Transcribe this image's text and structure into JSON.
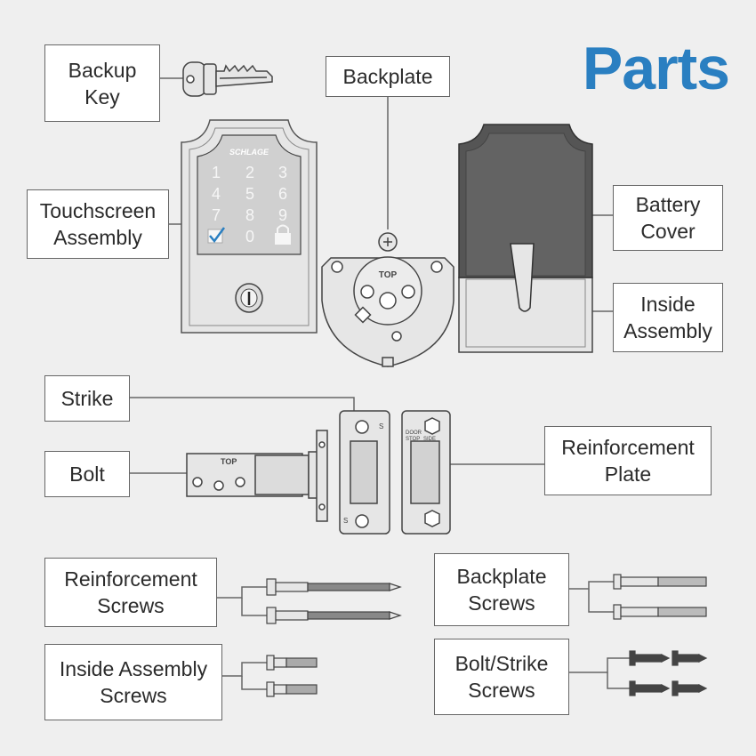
{
  "title": "Parts",
  "brand": "SCHLAGE",
  "keypad": [
    "1",
    "2",
    "3",
    "4",
    "5",
    "6",
    "7",
    "8",
    "9",
    "0"
  ],
  "backplate_mark": "TOP",
  "bolt_mark": "TOP",
  "strike_marks": [
    "S",
    "S"
  ],
  "plate_marks": [
    "DOOR",
    "STOP",
    "SIDE"
  ],
  "labels": {
    "backup_key": "Backup\nKey",
    "backplate": "Backplate",
    "touchscreen_assembly": "Touchscreen\nAssembly",
    "battery_cover": "Battery\nCover",
    "inside_assembly": "Inside\nAssembly",
    "strike": "Strike",
    "bolt": "Bolt",
    "reinforcement_plate": "Reinforcement\nPlate",
    "reinforcement_screws": "Reinforcement\nScrews",
    "backplate_screws": "Backplate\nScrews",
    "inside_assembly_screws": "Inside Assembly\nScrews",
    "bolt_strike_screws": "Bolt/Strike\nScrews"
  },
  "colors": {
    "title": "#2a7fc1",
    "line": "#666666",
    "part_fill": "#e6e6e6",
    "dark_cover": "#555555"
  }
}
